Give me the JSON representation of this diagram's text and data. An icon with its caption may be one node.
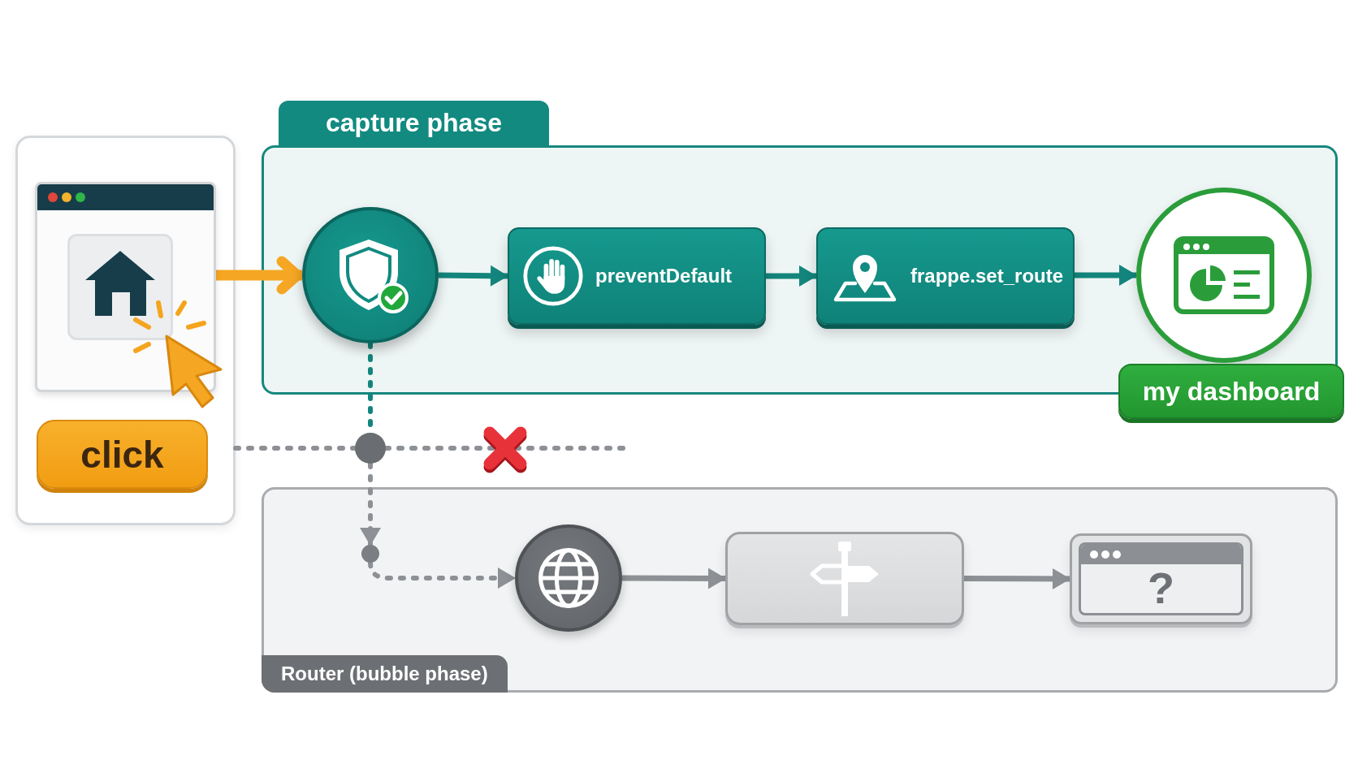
{
  "diagram": {
    "nodes": [
      {
        "text": [],
        "shape": "box"
      },
      {
        "text": [],
        "shape": "picture",
        "in": 0
      },
      {
        "text": [
          "click"
        ],
        "in": 0
      },
      {
        "text": [
          "capture phase"
        ]
      },
      {
        "text": [],
        "shape": "circle",
        "in": 3
      },
      {
        "text": [
          "preventDefault"
        ],
        "in": 3
      },
      {
        "text": [
          "frappe.set_route"
        ],
        "in": 3
      },
      {
        "text": [],
        "shape": "circle",
        "in": 3
      },
      {
        "text": [
          "my dashboard"
        ]
      },
      {
        "text": [],
        "shape": "circle"
      },
      {
        "text": [
          "Router (bubble phase)"
        ]
      },
      {
        "text": [],
        "shape": "circle",
        "in": 10
      },
      {
        "text": [],
        "shape": "circle",
        "in": 10
      },
      {
        "text": [],
        "shape": "box",
        "in": 10
      },
      {
        "text": [
          "?"
        ],
        "in": 10
      }
    ],
    "edges": [
      {
        "from": 1,
        "to": 4,
        "arrow": "to",
        "style": "thick",
        "color": "#f5a623"
      },
      {
        "from": 4,
        "to": 5,
        "arrow": "to",
        "color": "#13857c"
      },
      {
        "from": 5,
        "to": 6,
        "arrow": "to",
        "color": "#13857c"
      },
      {
        "from": 6,
        "to": 7,
        "arrow": "to",
        "color": "#13857c"
      },
      {
        "from": 4,
        "to": 9,
        "arrow": "none",
        "style": "dashed",
        "color": "#13857c"
      },
      {
        "from": 9,
        "to": 11,
        "arrow": "to",
        "style": "dashed"
      },
      {
        "from": 11,
        "to": 12,
        "arrow": "to",
        "style": "dashed"
      },
      {
        "from": 12,
        "to": 13,
        "arrow": "to"
      },
      {
        "from": 13,
        "to": 14,
        "arrow": "to"
      },
      {
        "from": 0,
        "to": 9,
        "arrow": "none",
        "style": "dashed"
      },
      {
        "from": 9,
        "to": null,
        "arrow": "none",
        "style": "dashed"
      }
    ]
  }
}
